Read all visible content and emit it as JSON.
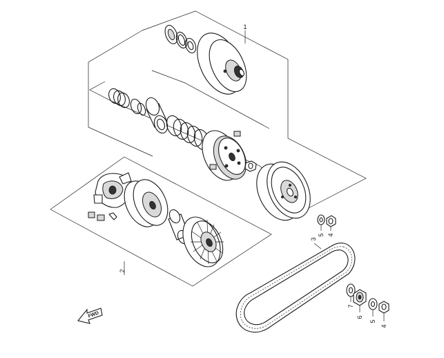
{
  "callouts": {
    "c1": "1",
    "c2": "2",
    "c3": "3",
    "c4a": "4",
    "c5a": "5",
    "c4b": "4",
    "c5b": "5",
    "c6": "6",
    "c7": "7"
  },
  "direction_label": "FWD"
}
